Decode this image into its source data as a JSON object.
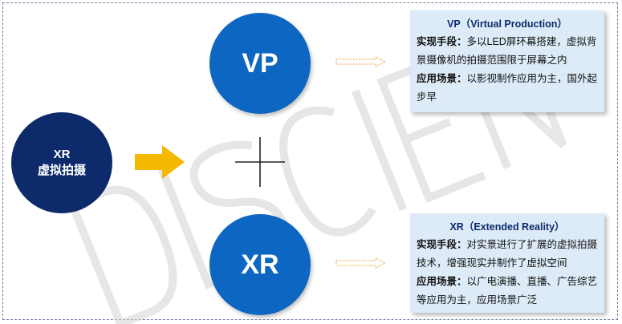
{
  "center": {
    "line1": "XR",
    "line2": "虚拟拍摄"
  },
  "vp": {
    "circle_label": "VP",
    "title": "VP（Virtual Production）",
    "method_label": "实现手段：",
    "method_text": "多以LED屏环幕搭建，虚拟背景摄像机的拍摄范围限于屏幕之内",
    "app_label": "应用场景：",
    "app_text": "以影视制作应用为主，国外起步早"
  },
  "xr": {
    "circle_label": "XR",
    "title": "XR（Extended Reality）",
    "method_label": "实现手段：",
    "method_text": "对实景进行了扩展的虚拟拍摄技术，增强现实并制作了虚拟空间",
    "app_label": "应用场景：",
    "app_text": "以广电演播、直播、广告综艺等应用为主，应用场景广泛"
  },
  "watermark": "DISCIEN",
  "colors": {
    "dark_navy": "#0d2a6b",
    "blue": "#0d66c2",
    "box_bg": "#dcebf7",
    "arrow_yellow": "#f5b800",
    "arrow_orange_outline": "#f0a040"
  }
}
